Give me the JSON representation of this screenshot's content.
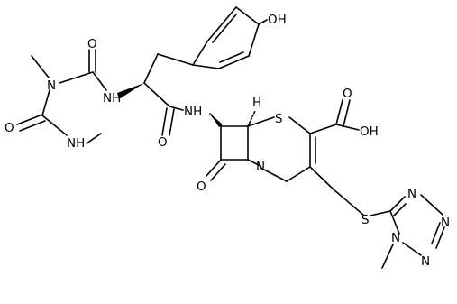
{
  "atoms": {
    "OH_phenol": "OH",
    "NH_amide_1": "NH",
    "NH_amide_2": "NH",
    "NH_methyl": "NH",
    "N_methyl": "N",
    "O_urea_1": "O",
    "O_urea_2": "O",
    "O_amide": "O",
    "O_lactam": "O",
    "H_stereo": "H",
    "N_betalactam": "N",
    "S_ring": "S",
    "OH_acid": "OH",
    "O_acid": "O",
    "S_thio": "S",
    "N_tz1": "N",
    "N_tz2": "N",
    "N_tz3": "N",
    "N_tz4": "N"
  }
}
